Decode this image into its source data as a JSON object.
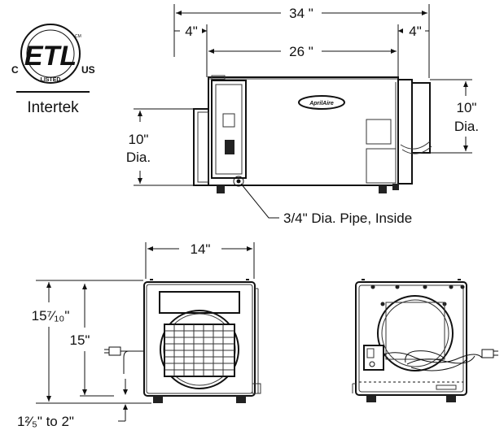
{
  "certification": {
    "mark_letters": "ETL",
    "left_letter": "C",
    "right_letters": "US",
    "band_text": "LISTED",
    "small_mark": "CM",
    "company": "Intertek"
  },
  "side_view": {
    "overall_width": "34 \"",
    "left_collar": "4\"",
    "right_collar": "4\"",
    "body_width": "26 \"",
    "left_duct": [
      "10\"",
      "Dia."
    ],
    "right_duct": [
      "10\"",
      "Dia."
    ],
    "pipe_callout": "3/4\" Dia. Pipe, Inside",
    "brand_badge": "AprilAire"
  },
  "front_view": {
    "width": "14\"",
    "overall_height": "15⁷⁄₁₀\"",
    "body_height": "15\"",
    "foot_height": "1²⁄₅\" to 2\""
  },
  "colors": {
    "ink": "#111111",
    "background": "#ffffff"
  }
}
